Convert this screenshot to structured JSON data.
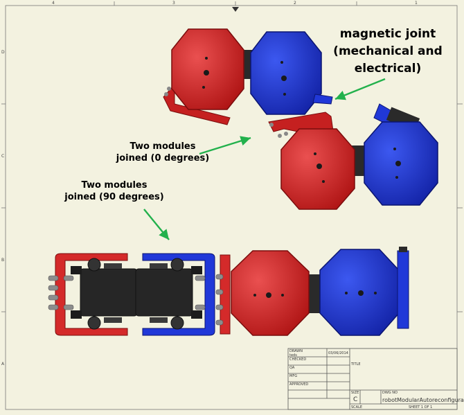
{
  "annotations": {
    "magnetic_joint": [
      "magnetic joint",
      "(mechanical and",
      "electrical)"
    ],
    "joined_0": [
      "Two modules",
      "joined (0 degrees)"
    ],
    "joined_90": [
      "Two modules",
      "joined (90 degrees)"
    ]
  },
  "border_zones": {
    "top": [
      "4",
      "3",
      "2",
      "1"
    ],
    "left": [
      "D",
      "C",
      "B",
      "A"
    ]
  },
  "title_block": {
    "rows": [
      "DRAWN",
      "CHECKED",
      "QA",
      "MFG",
      "APPROVED"
    ],
    "drawn_sub": "teds",
    "date": "03/06/2014",
    "title_label": "TITLE",
    "size_label": "SIZE",
    "size_value": "C",
    "dwg_label": "DWG NO",
    "dwg_value": "robotModularAutoreconfigurable",
    "scale_label": "SCALE",
    "sheet_value": "SHEET 1  OF 1"
  },
  "colors": {
    "paper": "#f3f2e0",
    "module_red": "#d42a2a",
    "module_blue": "#2038d8",
    "servo_black": "#262626",
    "arrow_green": "#22b14c"
  }
}
